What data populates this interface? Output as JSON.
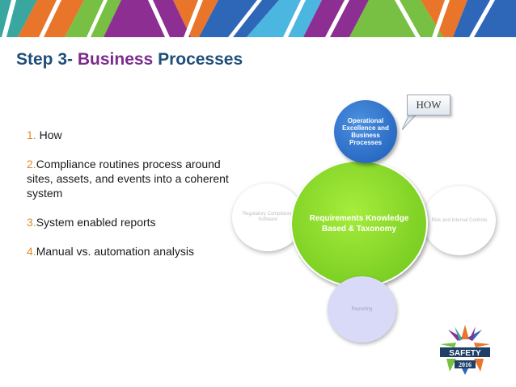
{
  "title": {
    "prefix": "Step 3- ",
    "accent": "Business",
    "suffix": " Processes"
  },
  "steps": [
    {
      "num": "1.",
      "text": " How"
    },
    {
      "num": "2.",
      "text": "Compliance routines process around sites, assets, and events into a coherent system"
    },
    {
      "num": "3.",
      "text": "System enabled reports"
    },
    {
      "num": "4.",
      "text": "Manual vs. automation analysis"
    }
  ],
  "callout": {
    "label": "HOW"
  },
  "diagram": {
    "top": "Operational Excellence and Business Processes",
    "center": "Requirements Knowledge Based & Taxonomy",
    "left": "Regulatory Compliance Software",
    "right": "Risk and Internal Controls",
    "bottom": "Reporting"
  },
  "logo": {
    "word": "SAFETY",
    "year": "2016"
  },
  "colors": {
    "title_blue": "#1f4e79",
    "title_purple": "#7b2b8f",
    "number_orange": "#e58a2e",
    "center_green": "#7ed321",
    "top_blue": "#2a6fcf",
    "bottom_lavender": "#d8daf8"
  }
}
